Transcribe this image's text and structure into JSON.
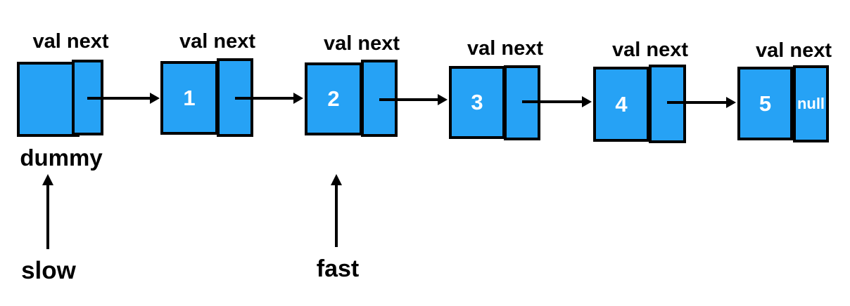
{
  "nodes": [
    {
      "header": "val next",
      "val": "",
      "next": ""
    },
    {
      "header": "val next",
      "val": "1",
      "next": ""
    },
    {
      "header": "val next",
      "val": "2",
      "next": ""
    },
    {
      "header": "val next",
      "val": "3",
      "next": ""
    },
    {
      "header": "val next",
      "val": "4",
      "next": ""
    },
    {
      "header": "val next",
      "val": "5",
      "next": "null"
    }
  ],
  "labels": {
    "dummy": "dummy",
    "slow": "slow",
    "fast": "fast"
  },
  "colors": {
    "node_fill": "#26A2F5",
    "node_border": "#000000",
    "node_text": "#ffffff",
    "label_text": "#000000",
    "background": "#ffffff"
  }
}
